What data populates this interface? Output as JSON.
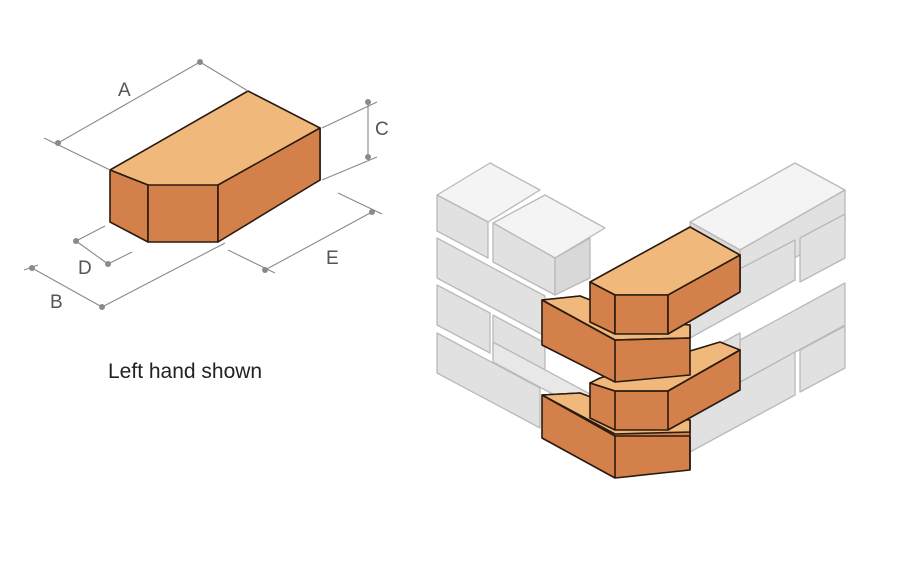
{
  "diagram": {
    "caption": "Left hand shown",
    "dimensions": {
      "a": "A",
      "b": "B",
      "c": "C",
      "d": "D",
      "e": "E"
    }
  },
  "colors": {
    "brick_top": "#F1B87B",
    "brick_front": "#D4804A",
    "brick_outline": "#2A1A10",
    "wall_top": "#F4F4F4",
    "wall_face": "#E1E1E1",
    "wall_outline": "#B9B9B9",
    "dimension_line": "#8A8A8A",
    "text": "#555555"
  }
}
